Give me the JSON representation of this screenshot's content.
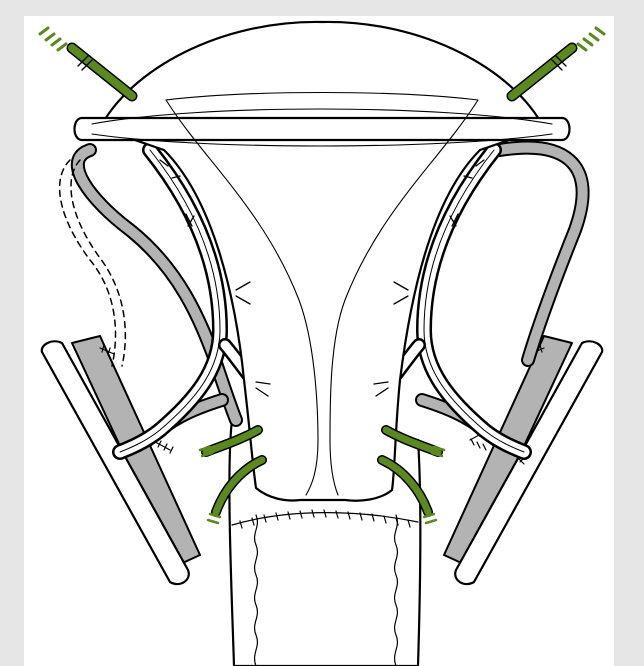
{
  "figure": {
    "caption": "",
    "colors": {
      "background": "#e6e6e7",
      "panel": "#ffffff",
      "outline": "#000000",
      "tissue_gray": "#b3b3b3",
      "vessel_green": "#5a8a1e"
    },
    "elements": [
      "uterus",
      "uterine-cavity",
      "fallopian-tube-left",
      "fallopian-tube-right",
      "ovarian-vessel-left",
      "ovarian-vessel-right",
      "iliac-vessel-left",
      "iliac-vessel-right",
      "vagina",
      "vaginal-anastomosis",
      "uterine-artery-clamps"
    ]
  }
}
